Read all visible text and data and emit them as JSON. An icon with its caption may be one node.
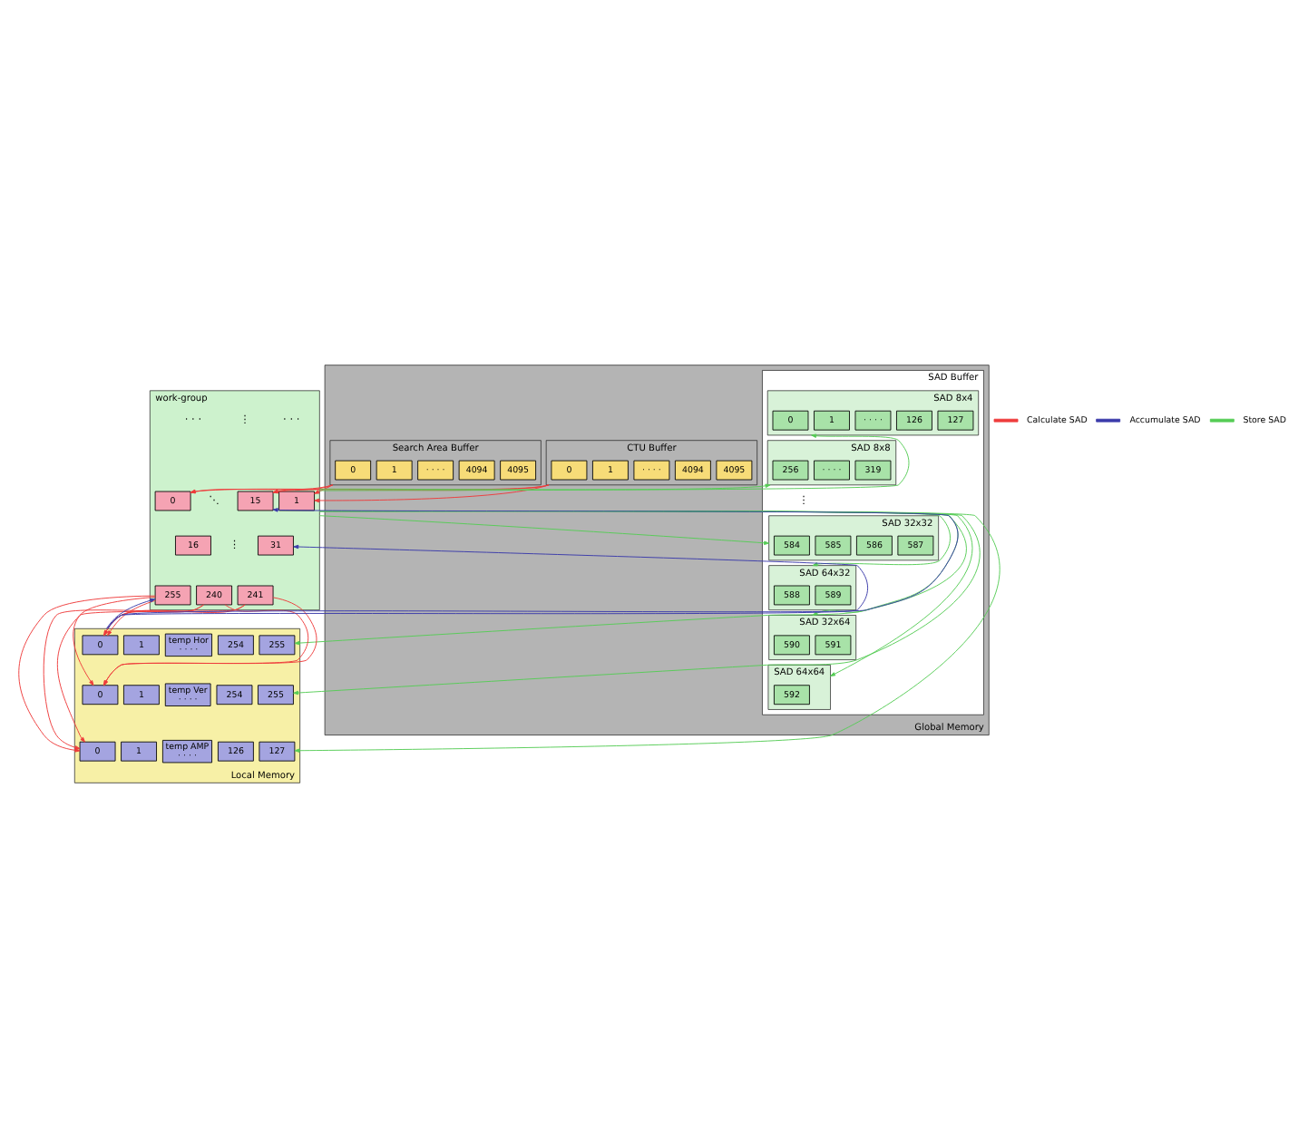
{
  "diagram": {
    "nodes": [
      {
        "text": [
          "Global Memory"
        ]
      },
      {
        "text": [
          "CTU Buffer"
        ],
        "in": 0
      },
      {
        "text": [
          "0"
        ],
        "in": 1
      },
      {
        "text": [
          "1"
        ],
        "in": 1
      },
      {
        "text": [
          "· · · ·"
        ],
        "in": 1
      },
      {
        "text": [
          "4094"
        ],
        "in": 1
      },
      {
        "text": [
          "4095"
        ],
        "in": 1
      },
      {
        "text": [
          "Search Area Buffer"
        ],
        "in": 0
      },
      {
        "text": [
          "0"
        ],
        "in": 7
      },
      {
        "text": [
          "1"
        ],
        "in": 7
      },
      {
        "text": [
          "· · · ·"
        ],
        "in": 7
      },
      {
        "text": [
          "4094"
        ],
        "in": 7
      },
      {
        "text": [
          "4095"
        ],
        "in": 7
      },
      {
        "text": [
          "SAD Buffer"
        ],
        "in": 0
      },
      {
        "text": [
          "SAD 8x4"
        ],
        "in": 13
      },
      {
        "text": [
          "0"
        ],
        "in": 14
      },
      {
        "text": [
          "1"
        ],
        "in": 14
      },
      {
        "text": [
          "· · · ·"
        ],
        "in": 14
      },
      {
        "text": [
          "126"
        ],
        "in": 14
      },
      {
        "text": [
          "127"
        ],
        "in": 14
      },
      {
        "text": [
          "SAD 8x8"
        ],
        "in": 13
      },
      {
        "text": [
          "256"
        ],
        "in": 20
      },
      {
        "text": [
          "· · · ·"
        ],
        "in": 20
      },
      {
        "text": [
          "319"
        ],
        "in": 20
      },
      {
        "text": [
          "SAD 32x32"
        ],
        "in": 13
      },
      {
        "text": [
          "584"
        ],
        "in": 24
      },
      {
        "text": [
          "585"
        ],
        "in": 24
      },
      {
        "text": [
          "586"
        ],
        "in": 24
      },
      {
        "text": [
          "587"
        ],
        "in": 24
      },
      {
        "text": [
          "SAD 64x32"
        ],
        "in": 13
      },
      {
        "text": [
          "588"
        ],
        "in": 29
      },
      {
        "text": [
          "589"
        ],
        "in": 29
      },
      {
        "text": [
          "SAD 32x64"
        ],
        "in": 13
      },
      {
        "text": [
          "590"
        ],
        "in": 32
      },
      {
        "text": [
          "591"
        ],
        "in": 32
      },
      {
        "text": [
          "SAD 64x64"
        ],
        "in": 13
      },
      {
        "text": [
          "592"
        ],
        "in": 35
      },
      {
        "text": [
          "work-group"
        ]
      },
      {
        "text": [
          "0"
        ],
        "in": 37
      },
      {
        "text": [
          "1"
        ],
        "in": 37
      },
      {
        "text": [
          "15"
        ],
        "in": 37
      },
      {
        "text": [
          "16"
        ],
        "in": 37
      },
      {
        "text": [
          "31"
        ],
        "in": 37
      },
      {
        "text": [
          "240"
        ],
        "in": 37
      },
      {
        "text": [
          "241"
        ],
        "in": 37
      },
      {
        "text": [
          "255"
        ],
        "in": 37
      },
      {
        "text": [
          "Local Memory"
        ]
      },
      {
        "text": [
          "0"
        ],
        "in": 46
      },
      {
        "text": [
          "1"
        ],
        "in": 46
      },
      {
        "text": [
          "temp Hor",
          "· · · ·"
        ],
        "in": 46
      },
      {
        "text": [
          "254"
        ],
        "in": 46
      },
      {
        "text": [
          "255"
        ],
        "in": 46
      },
      {
        "text": [
          "0"
        ],
        "in": 46
      },
      {
        "text": [
          "1"
        ],
        "in": 46
      },
      {
        "text": [
          "temp Ver",
          "· · · ·"
        ],
        "in": 46
      },
      {
        "text": [
          "254"
        ],
        "in": 46
      },
      {
        "text": [
          "255"
        ],
        "in": 46
      },
      {
        "text": [
          "0"
        ],
        "in": 46
      },
      {
        "text": [
          "1"
        ],
        "in": 46
      },
      {
        "text": [
          "temp AMP",
          "· · · ·"
        ],
        "in": 46
      },
      {
        "text": [
          "126"
        ],
        "in": 46
      },
      {
        "text": [
          "127"
        ],
        "in": 46
      }
    ],
    "edges": [
      {
        "from": 1,
        "to": 38,
        "arrow": "to",
        "color": "#ee3b3b"
      },
      {
        "from": 1,
        "to": 39,
        "arrow": "to",
        "color": "#ee3b3b"
      },
      {
        "from": 1,
        "to": 40,
        "arrow": "to",
        "color": "#ee3b3b"
      },
      {
        "from": 7,
        "to": 38,
        "arrow": "to",
        "color": "#ee3b3b"
      },
      {
        "from": 7,
        "to": 39,
        "arrow": "to",
        "color": "#ee3b3b"
      },
      {
        "from": 7,
        "to": 40,
        "arrow": "to",
        "color": "#ee3b3b"
      },
      {
        "from": 43,
        "to": 47,
        "arrow": "to",
        "color": "#ee3b3b"
      },
      {
        "from": 43,
        "to": 52,
        "arrow": "to",
        "color": "#ee3b3b"
      },
      {
        "from": 43,
        "to": 57,
        "arrow": "to",
        "color": "#ee3b3b"
      },
      {
        "from": 44,
        "to": 47,
        "arrow": "to",
        "color": "#ee3b3b"
      },
      {
        "from": 44,
        "to": 52,
        "arrow": "to",
        "color": "#ee3b3b"
      },
      {
        "from": 44,
        "to": 57,
        "arrow": "to",
        "color": "#ee3b3b"
      },
      {
        "from": 45,
        "to": 47,
        "arrow": "to",
        "color": "#ee3b3b"
      },
      {
        "from": 45,
        "to": 52,
        "arrow": "to",
        "color": "#ee3b3b"
      },
      {
        "from": 45,
        "to": 57,
        "arrow": "to",
        "color": "#ee3b3b"
      },
      {
        "from": 46,
        "to": 40,
        "arrow": "to",
        "color": "#3a3aaa"
      },
      {
        "from": 46,
        "to": 42,
        "arrow": "to",
        "color": "#3a3aaa"
      },
      {
        "from": 46,
        "to": 45,
        "arrow": "to",
        "color": "#3a3aaa"
      },
      {
        "from": 37,
        "to": 14,
        "arrow": "to",
        "color": "#55cc55"
      },
      {
        "from": 37,
        "to": 20,
        "arrow": "to",
        "color": "#55cc55"
      },
      {
        "from": 37,
        "to": 24,
        "arrow": "to",
        "color": "#55cc55"
      },
      {
        "from": 37,
        "to": 29,
        "arrow": "to",
        "color": "#55cc55"
      },
      {
        "from": 37,
        "to": 32,
        "arrow": "to",
        "color": "#55cc55"
      },
      {
        "from": 37,
        "to": 35,
        "arrow": "to",
        "color": "#55cc55"
      },
      {
        "from": 37,
        "to": 51,
        "arrow": "to",
        "color": "#55cc55"
      },
      {
        "from": 37,
        "to": 56,
        "arrow": "to",
        "color": "#55cc55"
      },
      {
        "from": 37,
        "to": 61,
        "arrow": "to",
        "color": "#55cc55"
      }
    ],
    "labels": [
      "· · ·",
      "⋱",
      "⋮",
      "⋮",
      "· · ·",
      "⋮"
    ],
    "legend": [
      {
        "text": "Calculate SAD",
        "color": "#ee3b3b"
      },
      {
        "text": "Accumulate SAD",
        "color": "#3a3aaa"
      },
      {
        "text": "Store SAD",
        "color": "#55cc55"
      }
    ]
  }
}
